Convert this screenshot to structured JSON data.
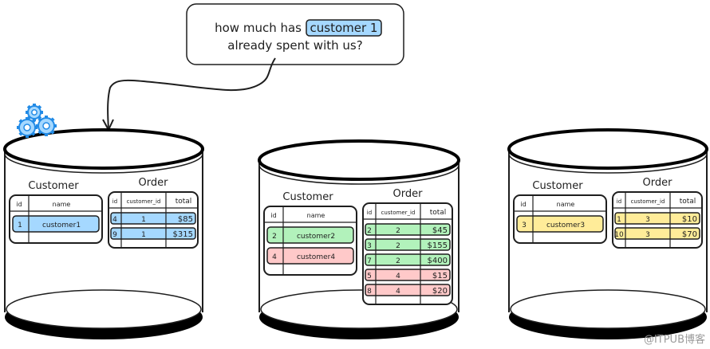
{
  "question": {
    "line1_prefix": "how much has",
    "highlight": "customer 1",
    "line2": "already spent with us?"
  },
  "colors": {
    "blue": "#a5d8ff",
    "green": "#b2f2bb",
    "red": "#ffc9c9",
    "yellow": "#ffec99",
    "gear": "#228be6",
    "stroke": "#1e1e1e"
  },
  "databases": [
    {
      "customer_title": "Customer",
      "order_title": "Order",
      "customer_headers": [
        "id",
        "name"
      ],
      "order_headers": [
        "id",
        "customer_id",
        "total"
      ],
      "customers": [
        {
          "id": "1",
          "name": "customer1",
          "color": "blue"
        }
      ],
      "orders": [
        {
          "id": "4",
          "customer_id": "1",
          "total": "$85",
          "color": "blue"
        },
        {
          "id": "9",
          "customer_id": "1",
          "total": "$315",
          "color": "blue"
        }
      ],
      "has_gears": true
    },
    {
      "customer_title": "Customer",
      "order_title": "Order",
      "customer_headers": [
        "id",
        "name"
      ],
      "order_headers": [
        "id",
        "customer_id",
        "total"
      ],
      "customers": [
        {
          "id": "2",
          "name": "customer2",
          "color": "green"
        },
        {
          "id": "4",
          "name": "customer4",
          "color": "red"
        }
      ],
      "orders": [
        {
          "id": "2",
          "customer_id": "2",
          "total": "$45",
          "color": "green"
        },
        {
          "id": "3",
          "customer_id": "2",
          "total": "$155",
          "color": "green"
        },
        {
          "id": "7",
          "customer_id": "2",
          "total": "$400",
          "color": "green"
        },
        {
          "id": "5",
          "customer_id": "4",
          "total": "$15",
          "color": "red"
        },
        {
          "id": "8",
          "customer_id": "4",
          "total": "$20",
          "color": "red"
        }
      ],
      "has_gears": false
    },
    {
      "customer_title": "Customer",
      "order_title": "Order",
      "customer_headers": [
        "id",
        "name"
      ],
      "order_headers": [
        "id",
        "customer_id",
        "total"
      ],
      "customers": [
        {
          "id": "3",
          "name": "customer3",
          "color": "yellow"
        }
      ],
      "orders": [
        {
          "id": "1",
          "customer_id": "3",
          "total": "$10",
          "color": "yellow"
        },
        {
          "id": "10",
          "customer_id": "3",
          "total": "$70",
          "color": "yellow"
        }
      ],
      "has_gears": false
    }
  ],
  "watermark": "@ITPUB博客"
}
